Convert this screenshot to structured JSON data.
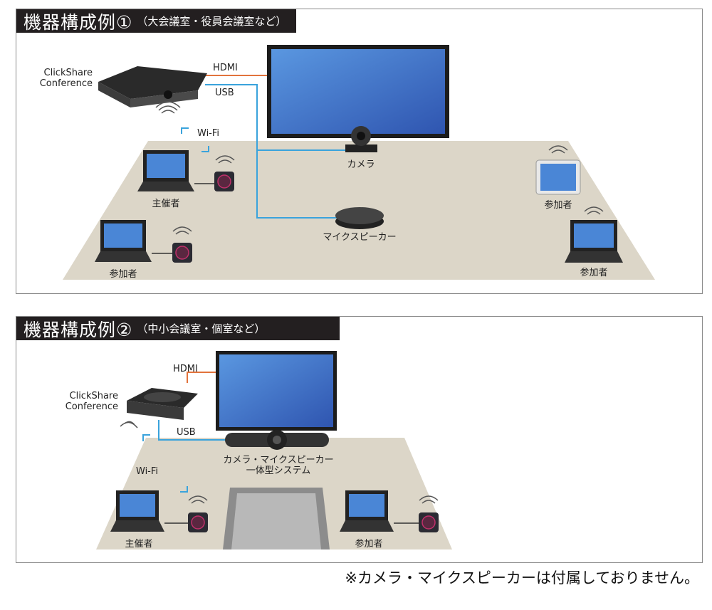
{
  "config1": {
    "title_main": "機器構成例①",
    "title_sub": "（大会議室・役員会議室など）",
    "labels": {
      "device_line1": "ClickShare",
      "device_line2": "Conference",
      "hdmi": "HDMI",
      "usb": "USB",
      "wifi": "Wi-Fi",
      "camera": "カメラ",
      "speaker": "マイクスピーカー",
      "host": "主催者",
      "participant_left": "参加者",
      "participant_tablet": "参加者",
      "participant_right": "参加者"
    }
  },
  "config2": {
    "title_main": "機器構成例②",
    "title_sub": "（中小会議室・個室など）",
    "labels": {
      "device_line1": "ClickShare",
      "device_line2": "Conference",
      "hdmi": "HDMI",
      "usb": "USB",
      "wifi": "Wi-Fi",
      "camera_bar_line1": "カメラ・マイクスピーカー",
      "camera_bar_line2": "一体型システム",
      "host": "主催者",
      "participant": "参加者"
    }
  },
  "footnote": "※カメラ・マイクスピーカーは付属しておりません。",
  "colors": {
    "hdmi_line": "#e2733c",
    "usb_line": "#3aa3dc",
    "floor": "#dcd6c8",
    "screen": "#3f6fc4",
    "title_bg": "#231f20"
  }
}
